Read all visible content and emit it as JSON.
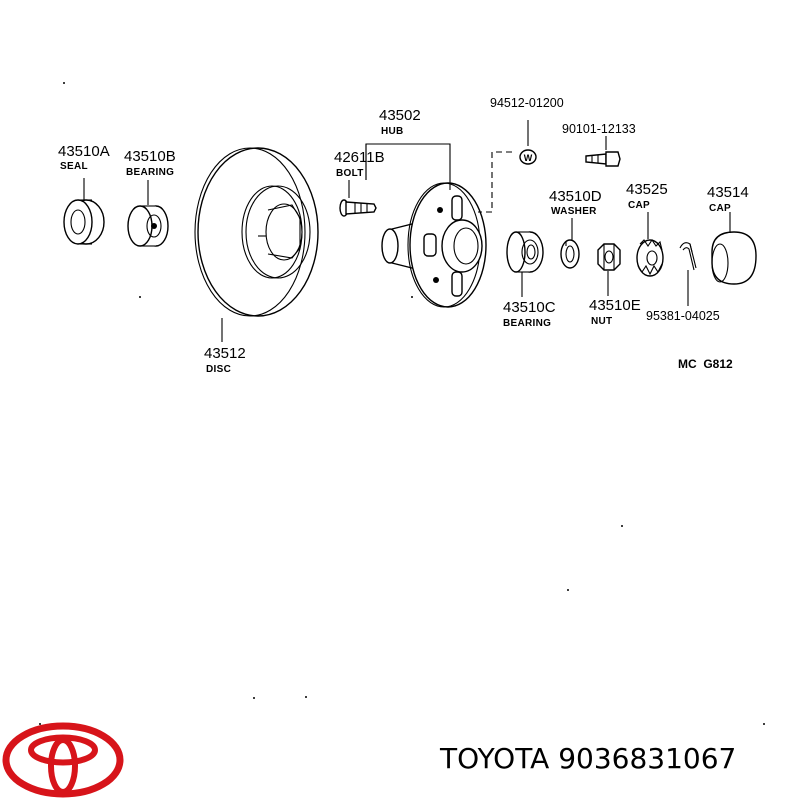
{
  "parts": [
    {
      "number": "43510A",
      "name": "SEAL"
    },
    {
      "number": "43510B",
      "name": "BEARING"
    },
    {
      "number": "43512",
      "name": "DISC"
    },
    {
      "number": "42611B",
      "name": "BOLT"
    },
    {
      "number": "43502",
      "name": "HUB"
    },
    {
      "number": "94512-01200",
      "name": ""
    },
    {
      "number": "90101-12133",
      "name": ""
    },
    {
      "number": "43510C",
      "name": "BEARING"
    },
    {
      "number": "43510D",
      "name": "WASHER"
    },
    {
      "number": "43510E",
      "name": "NUT"
    },
    {
      "number": "43525",
      "name": "CAP"
    },
    {
      "number": "43514",
      "name": "CAP"
    },
    {
      "number": "95381-04025",
      "name": ""
    }
  ],
  "nut_marking": "W",
  "diagram_code": "MC  G812",
  "caption": "TOYOTA 9036831067",
  "colors": {
    "logo": "#d7141a",
    "ink": "#000000",
    "background": "#ffffff"
  }
}
